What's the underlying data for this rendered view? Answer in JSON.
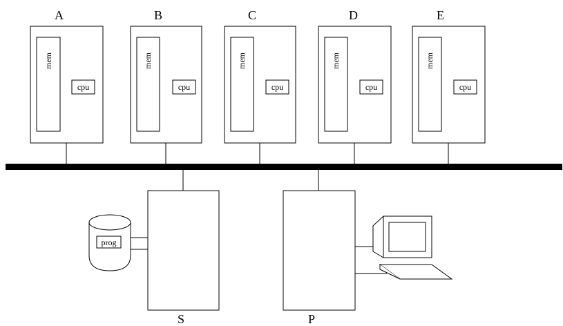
{
  "nodes": [
    {
      "label": "A",
      "mem_label": "mem",
      "cpu_label": "cpu"
    },
    {
      "label": "B",
      "mem_label": "mem",
      "cpu_label": "cpu"
    },
    {
      "label": "C",
      "mem_label": "mem",
      "cpu_label": "cpu"
    },
    {
      "label": "D",
      "mem_label": "mem",
      "cpu_label": "cpu"
    },
    {
      "label": "E",
      "mem_label": "mem",
      "cpu_label": "cpu"
    }
  ],
  "server": {
    "label": "S",
    "storage_label": "prog"
  },
  "station": {
    "label": "P"
  }
}
